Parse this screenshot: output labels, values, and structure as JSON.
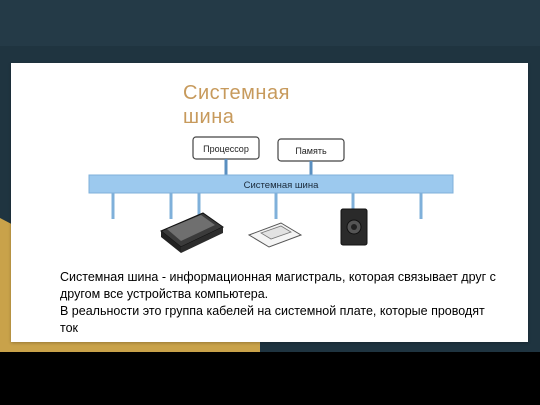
{
  "slide": {
    "title": "Системная шина",
    "diagram": {
      "processor_label": "Процессор",
      "memory_label": "Память",
      "bus_label": "Системная шина"
    },
    "caption_line1": "Системная шина - информационная магистраль, которая связывает друг с другом все устройства компьютера.",
    "caption_line2": "В реальности это группа кабелей на системной плате, которые проводят ток"
  },
  "colors": {
    "title": "#c79a5c",
    "bus_fill": "#9cc9ee",
    "background_dark": "#1f3440",
    "accent_gold": "#c9a24a"
  }
}
